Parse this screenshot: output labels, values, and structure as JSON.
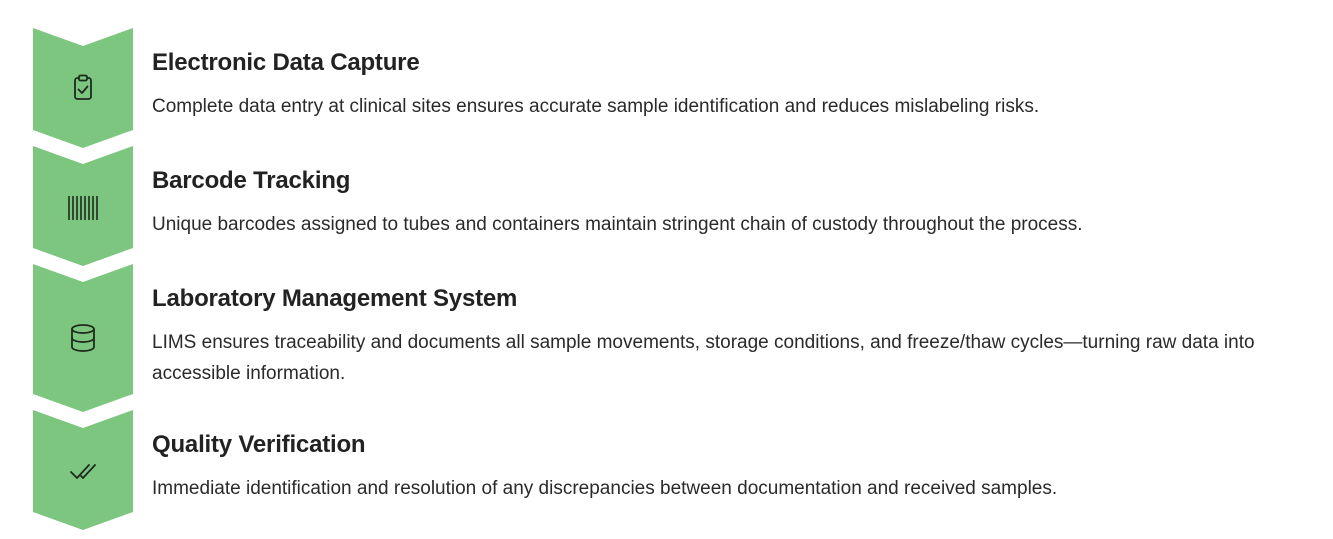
{
  "colors": {
    "chevron_fill": "#7cc67f",
    "icon_stroke": "#1f2a1f",
    "title": "#222222",
    "text": "#2a2a2a"
  },
  "steps": [
    {
      "icon": "clipboard-check-icon",
      "title": "Electronic Data Capture",
      "description": "Complete data entry at clinical sites ensures accurate sample identification and reduces mislabeling risks."
    },
    {
      "icon": "barcode-icon",
      "title": "Barcode Tracking",
      "description": "Unique barcodes assigned to tubes and containers maintain stringent chain of custody throughout the process."
    },
    {
      "icon": "database-icon",
      "title": "Laboratory Management System",
      "description": "LIMS ensures traceability and documents all sample movements, storage conditions, and freeze/thaw cycles—turning raw data into accessible information."
    },
    {
      "icon": "checkmark-icon",
      "title": "Quality Verification",
      "description": "Immediate identification and resolution of any discrepancies between documentation and received samples."
    }
  ]
}
